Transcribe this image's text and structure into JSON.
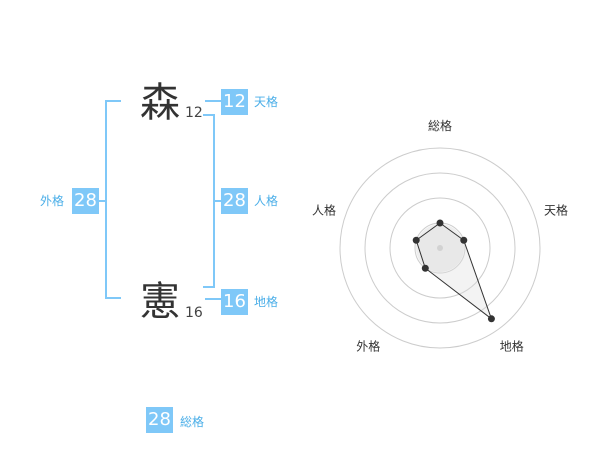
{
  "name": {
    "chars": [
      {
        "char": "森",
        "strokes": "12"
      },
      {
        "char": "憲",
        "strokes": "16"
      }
    ]
  },
  "kakusu": {
    "tenkaku": {
      "value": "12",
      "label": "天格"
    },
    "jinkaku": {
      "value": "28",
      "label": "人格"
    },
    "chikaku": {
      "value": "16",
      "label": "地格"
    },
    "gaikaku": {
      "value": "28",
      "label": "外格"
    },
    "soukaku": {
      "value": "28",
      "label": "総格"
    }
  },
  "colors": {
    "accent": "#7fc8f8",
    "accent_text": "#4aaee8",
    "polygon": "#333333"
  },
  "chart_data": {
    "type": "radar",
    "axes": [
      "総格",
      "天格",
      "地格",
      "外格",
      "人格"
    ],
    "values": [
      1,
      1,
      3.5,
      1,
      1
    ],
    "rmax": 4,
    "rings": 4
  }
}
